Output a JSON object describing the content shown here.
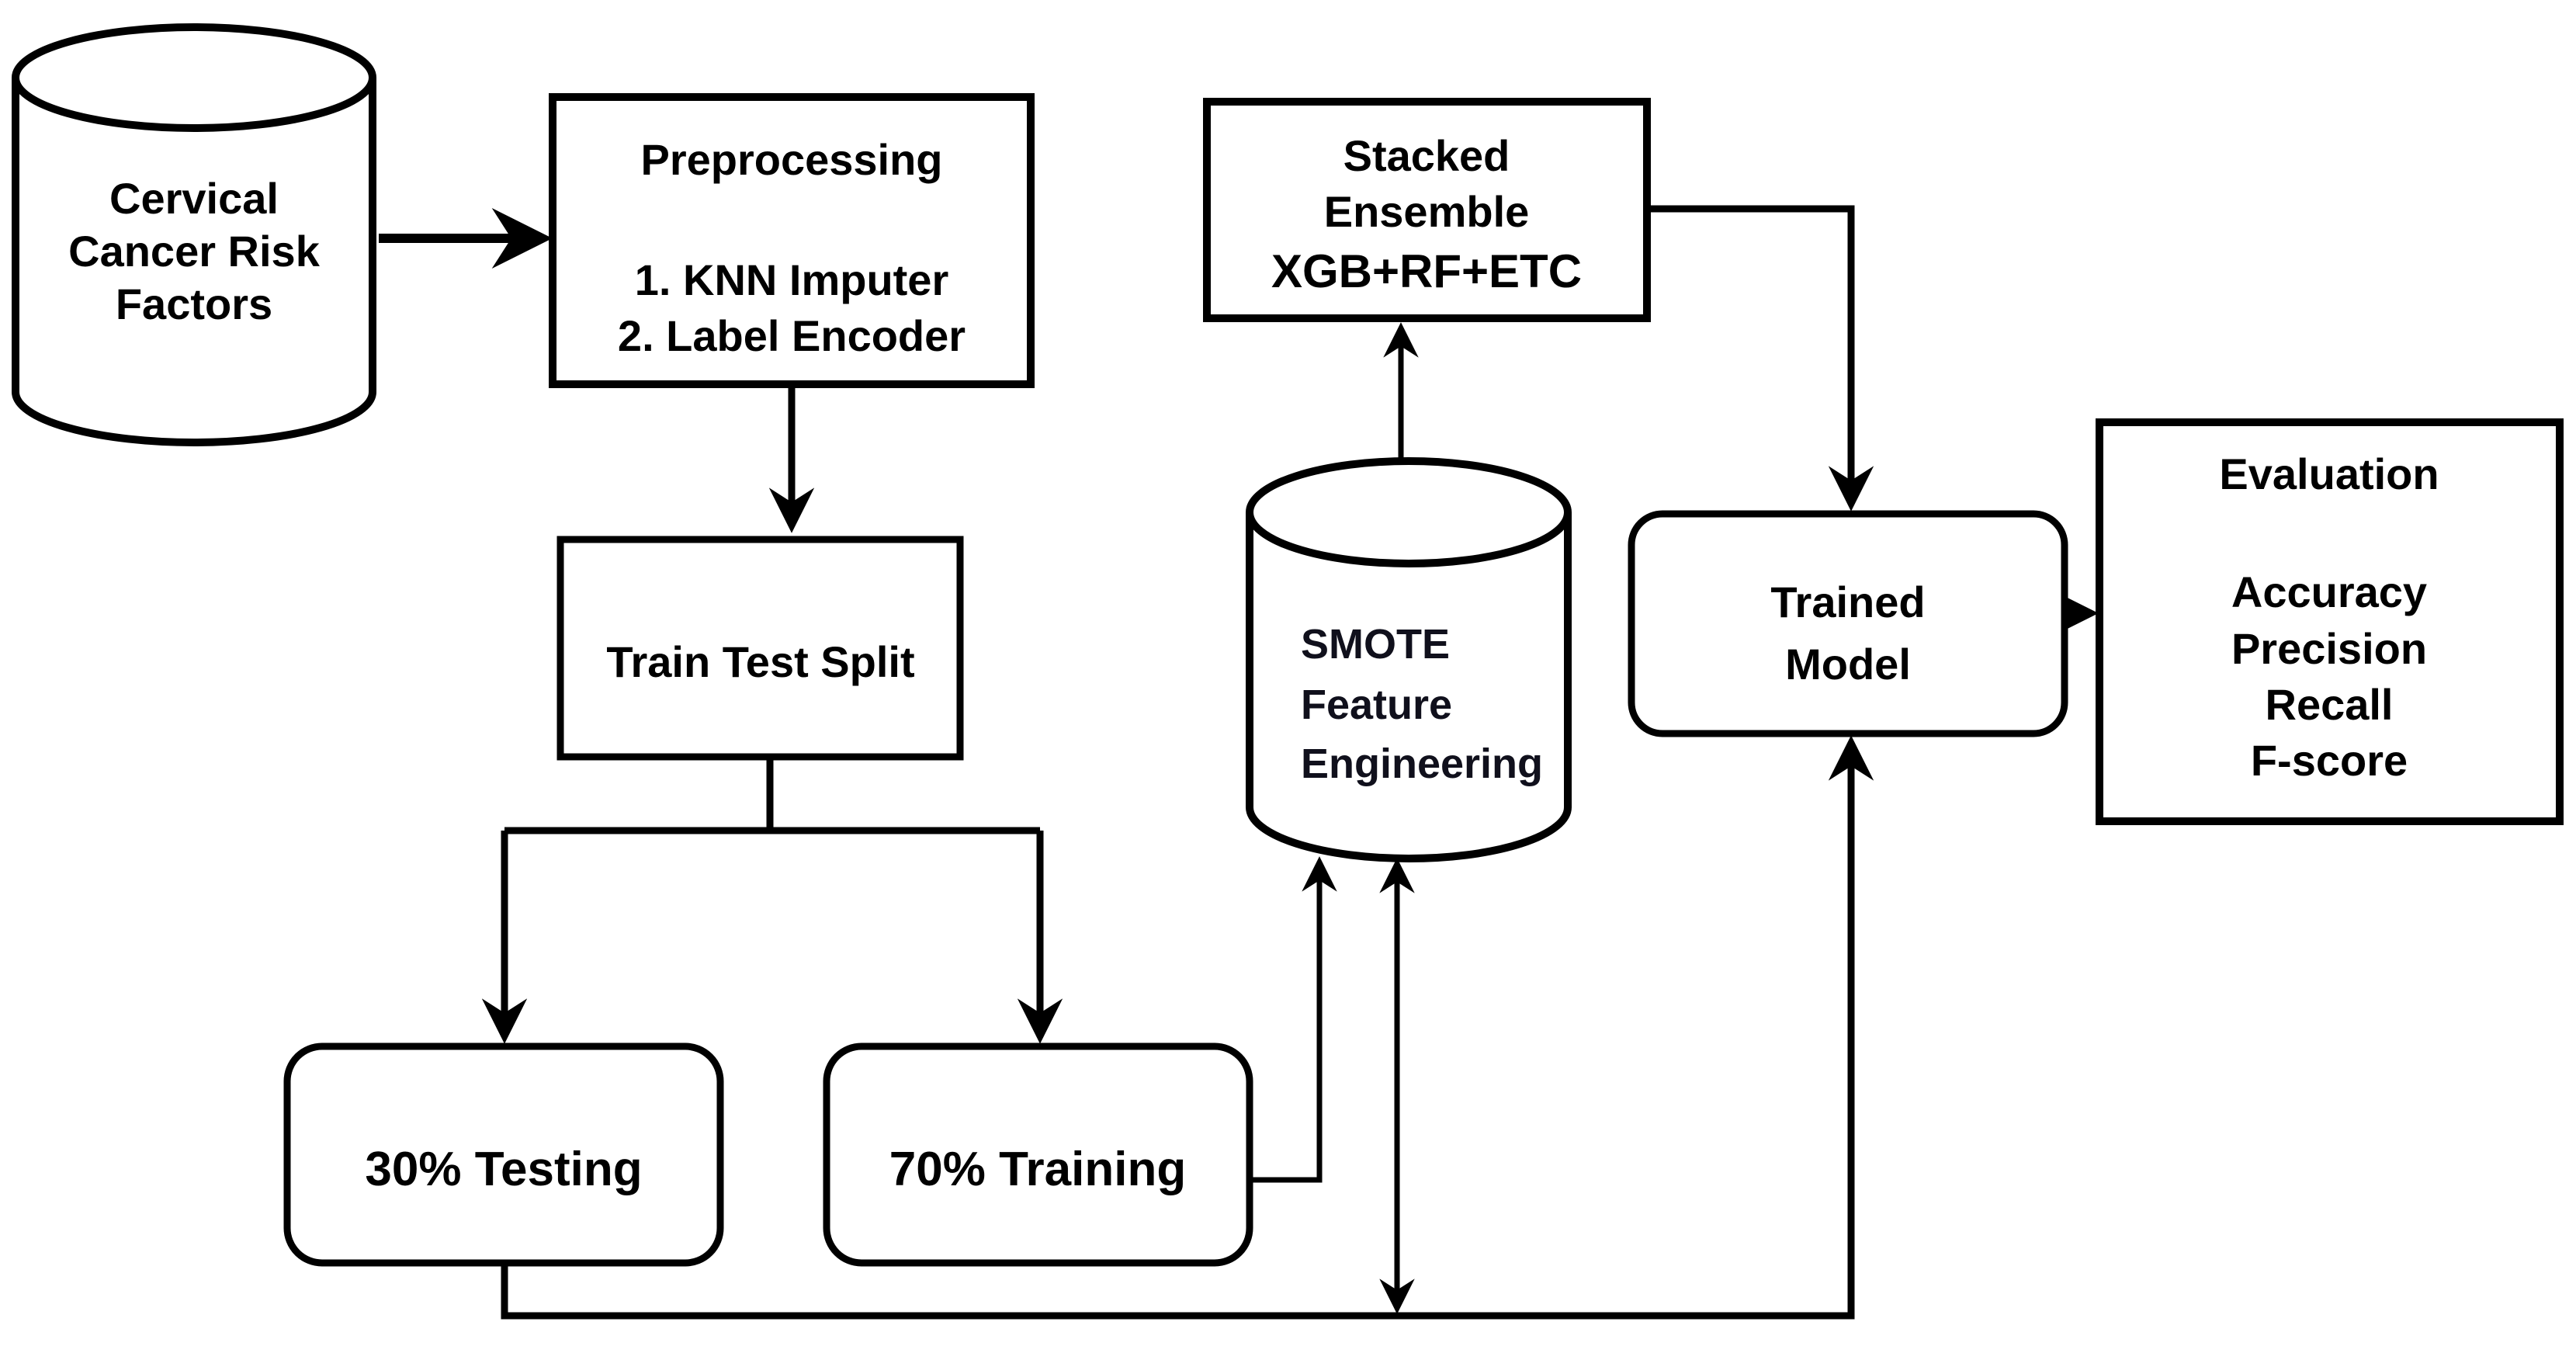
{
  "figure": {
    "background_color": "#ffffff",
    "line_color": "#000000",
    "text_color": "#000000",
    "smote_text_color": "#10101c",
    "nodes": {
      "source_db": {
        "shape": "cylinder",
        "lines": [
          "Cervical",
          "Cancer Risk",
          "Factors"
        ]
      },
      "preprocessing": {
        "shape": "rect",
        "lines": [
          "Preprocessing",
          "1. KNN Imputer",
          "2. Label Encoder"
        ]
      },
      "train_test_split": {
        "shape": "rect",
        "lines": [
          "Train Test Split"
        ]
      },
      "testing_30": {
        "shape": "rounded-rect",
        "lines": [
          "30% Testing"
        ]
      },
      "training_70": {
        "shape": "rounded-rect",
        "lines": [
          "70% Training"
        ]
      },
      "smote": {
        "shape": "cylinder",
        "lines": [
          "SMOTE",
          "Feature",
          "Engineering"
        ]
      },
      "stacked_ensemble": {
        "shape": "rect",
        "lines": [
          "Stacked",
          "Ensemble",
          "XGB+RF+ETC"
        ]
      },
      "trained_model": {
        "shape": "rounded-rect",
        "lines": [
          "Trained",
          "Model"
        ]
      },
      "evaluation": {
        "shape": "rect",
        "lines": [
          "Evaluation",
          "Accuracy",
          "Precision",
          "Recall",
          "F-score"
        ]
      }
    },
    "edges": [
      {
        "from": "source_db",
        "to": "preprocessing",
        "type": "arrow"
      },
      {
        "from": "preprocessing",
        "to": "train_test_split",
        "type": "arrow"
      },
      {
        "from": "train_test_split",
        "to": "testing_30",
        "type": "arrow"
      },
      {
        "from": "train_test_split",
        "to": "training_70",
        "type": "arrow"
      },
      {
        "from": "training_70",
        "to": "smote",
        "type": "arrow"
      },
      {
        "from": "smote",
        "to": "stacked_ensemble",
        "type": "arrow"
      },
      {
        "from": "stacked_ensemble",
        "to": "trained_model",
        "type": "arrow"
      },
      {
        "from": "testing_30",
        "to": "trained_model",
        "type": "arrow-via-bottom-rail"
      },
      {
        "from": "smote",
        "to": "bottom_rail",
        "type": "double-arrow"
      },
      {
        "from": "trained_model",
        "to": "evaluation",
        "type": "arrow"
      }
    ]
  }
}
